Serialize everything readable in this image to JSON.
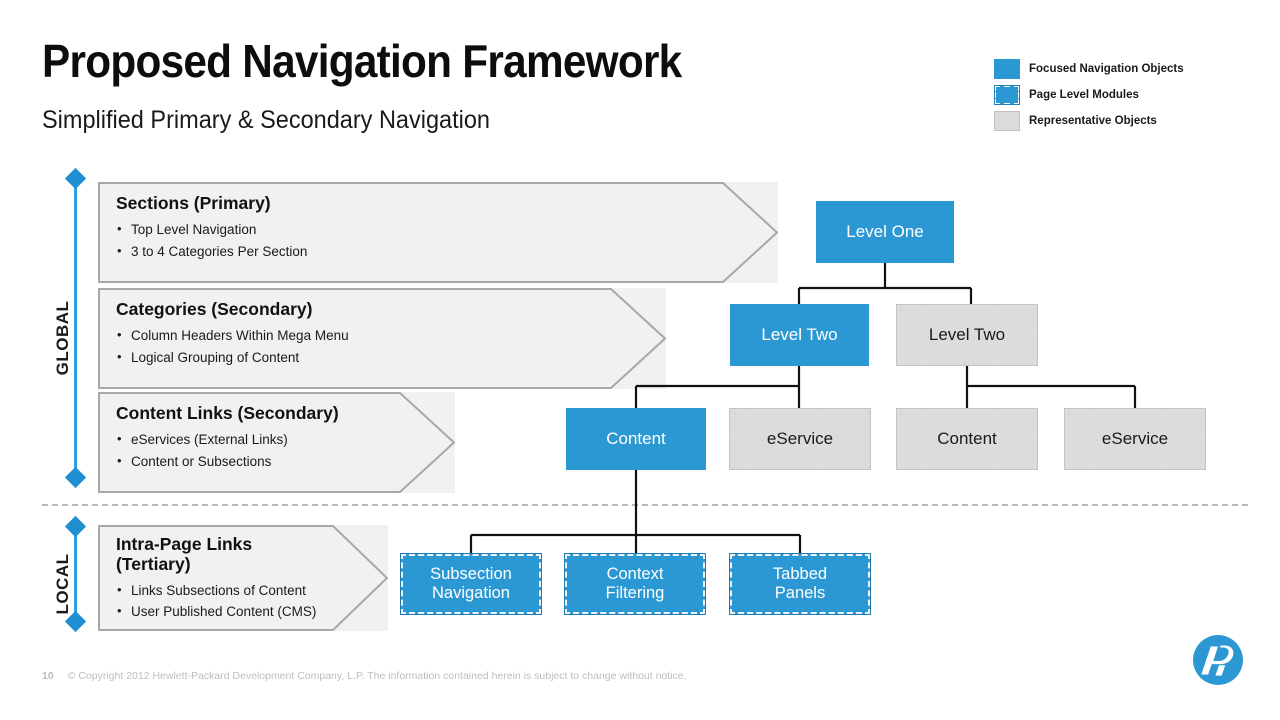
{
  "header": {
    "title": "Proposed Navigation Framework",
    "subtitle": "Simplified Primary & Secondary Navigation"
  },
  "legend": {
    "items": [
      {
        "label": "Focused Navigation Objects",
        "style": "solid-blue",
        "color": "#2b98d4"
      },
      {
        "label": "Page Level Modules",
        "style": "dashed-blue",
        "color": "#2b98d4"
      },
      {
        "label": "Representative Objects",
        "style": "gray",
        "color": "#dcdcdc"
      }
    ]
  },
  "scopes": [
    {
      "label": "GLOBAL",
      "color": "#29a3e0"
    },
    {
      "label": "LOCAL",
      "color": "#29a3e0"
    }
  ],
  "callouts": [
    {
      "title": "Sections (Primary)",
      "bullets": [
        "Top Level Navigation",
        "3 to 4 Categories Per Section"
      ]
    },
    {
      "title": "Categories (Secondary)",
      "bullets": [
        "Column Headers Within Mega Menu",
        "Logical Grouping of Content"
      ]
    },
    {
      "title": "Content Links (Secondary)",
      "bullets": [
        "eServices (External Links)",
        "Content or Subsections"
      ]
    },
    {
      "title": "Intra-Page Links\n(Tertiary)",
      "bullets": [
        "Links Subsections of Content",
        "User Published Content (CMS)"
      ]
    }
  ],
  "tree": {
    "level_one": {
      "label": "Level One",
      "type": "focused"
    },
    "level_two": [
      {
        "label": "Level Two",
        "type": "focused"
      },
      {
        "label": "Level Two",
        "type": "representative"
      }
    ],
    "level_three": [
      {
        "label": "Content",
        "type": "focused"
      },
      {
        "label": "eService",
        "type": "representative"
      },
      {
        "label": "Content",
        "type": "representative"
      },
      {
        "label": "eService",
        "type": "representative"
      }
    ],
    "page_modules": [
      {
        "label": "Subsection\nNavigation",
        "type": "module"
      },
      {
        "label": "Context\nFiltering",
        "type": "module"
      },
      {
        "label": "Tabbed\nPanels",
        "type": "module"
      }
    ]
  },
  "footer": {
    "page_number": "10",
    "copyright": "© Copyright 2012 Hewlett-Packard Development Company, L.P.  The information contained herein is subject to change without notice."
  },
  "brand": {
    "logo": "hp-logo",
    "color": "#2b98d4"
  }
}
